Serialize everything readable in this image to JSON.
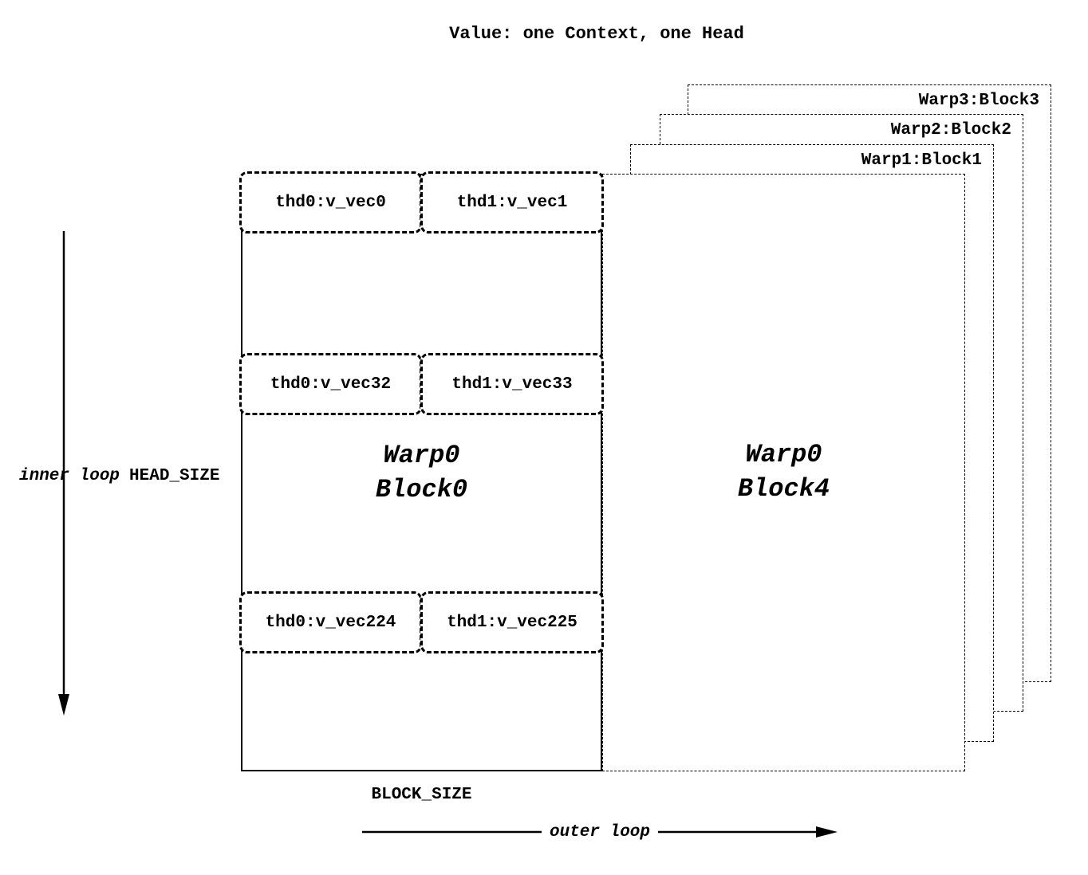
{
  "title": "Value: one Context, one Head",
  "main_block": {
    "warp_label": "Warp0",
    "block_label": "Block0",
    "rows": [
      {
        "left": "thd0:v_vec0",
        "right": "thd1:v_vec1"
      },
      {
        "left": "thd0:v_vec32",
        "right": "thd1:v_vec33"
      },
      {
        "left": "thd0:v_vec224",
        "right": "thd1:v_vec225"
      }
    ]
  },
  "block4": {
    "warp_label": "Warp0",
    "block_label": "Block4"
  },
  "stack": [
    {
      "label": "Warp1:Block1"
    },
    {
      "label": "Warp2:Block2"
    },
    {
      "label": "Warp3:Block3"
    }
  ],
  "labels": {
    "inner_loop": "inner loop",
    "head_size": "HEAD_SIZE",
    "block_size": "BLOCK_SIZE",
    "outer_loop": "outer loop"
  },
  "colors": {
    "ink": "#000000",
    "background": "#ffffff"
  }
}
